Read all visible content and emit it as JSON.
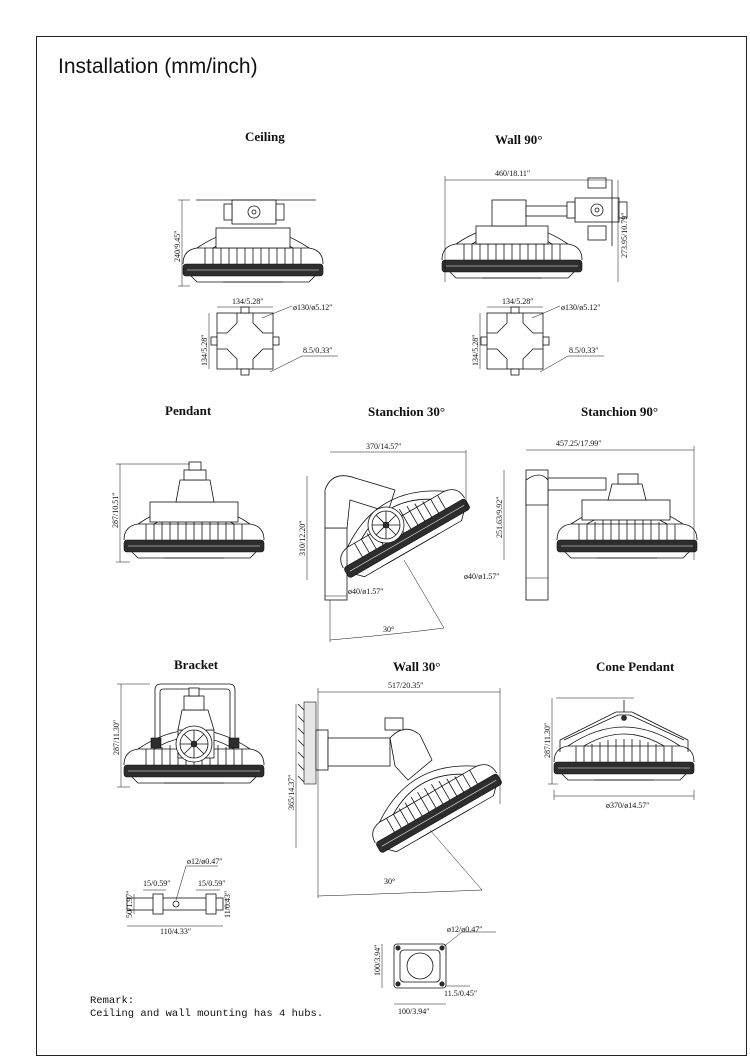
{
  "title": "Installation (mm/inch)",
  "views": {
    "ceiling": {
      "label": "Ceiling",
      "height_dim": "240/9.45″",
      "box_width": "134/5.28″",
      "box_height": "134/5.28″",
      "hole_dia": "ø130/ø5.12″",
      "slot": "8.5/0.33″"
    },
    "wall90": {
      "label": "Wall 90°",
      "width_dim": "460/18.11″",
      "height_dim": "273.95/10.79″",
      "box_width": "134/5.28″",
      "box_height": "134/5.28″",
      "hole_dia": "ø130/ø5.12″",
      "slot": "8.5/0.33″"
    },
    "pendant": {
      "label": "Pendant",
      "height_dim": "287/10.51″"
    },
    "stanchion30": {
      "label": "Stanchion 30°",
      "width_dim": "370/14.57″",
      "height_dim": "310/12.20″",
      "pipe_dia": "ø40/ø1.57″",
      "angle": "30°"
    },
    "stanchion90": {
      "label": "Stanchion 90°",
      "width_dim": "457.25/17.99″",
      "height_dim": "251.63/9.92″",
      "pipe_dia": "ø40/ø1.57″"
    },
    "bracket": {
      "label": "Bracket",
      "height_dim": "287/11.30″"
    },
    "wall30": {
      "label": "Wall 30°",
      "width_dim": "517/20.35″",
      "height_dim": "365/14.37″",
      "angle": "30°"
    },
    "cone_pendant": {
      "label": "Cone Pendant",
      "height_dim": "287/11.30″",
      "dia_dim": "ø370/ø14.57″"
    },
    "bracket_detail": {
      "hole": "ø12/ø0.47″",
      "left_slot": "15/0.59″",
      "right_slot": "15/0.59″",
      "left_height": "50/1.97″",
      "right_height": "11/0.43″",
      "width": "110/4.33″"
    },
    "wall_plate": {
      "hole": "ø12/ø0.47″",
      "height": "100/3.94″",
      "width": "100/3.94″",
      "slot": "11.5/0.45″"
    }
  },
  "remark": {
    "heading": "Remark:",
    "text": "Ceiling and wall mounting has 4 hubs."
  }
}
